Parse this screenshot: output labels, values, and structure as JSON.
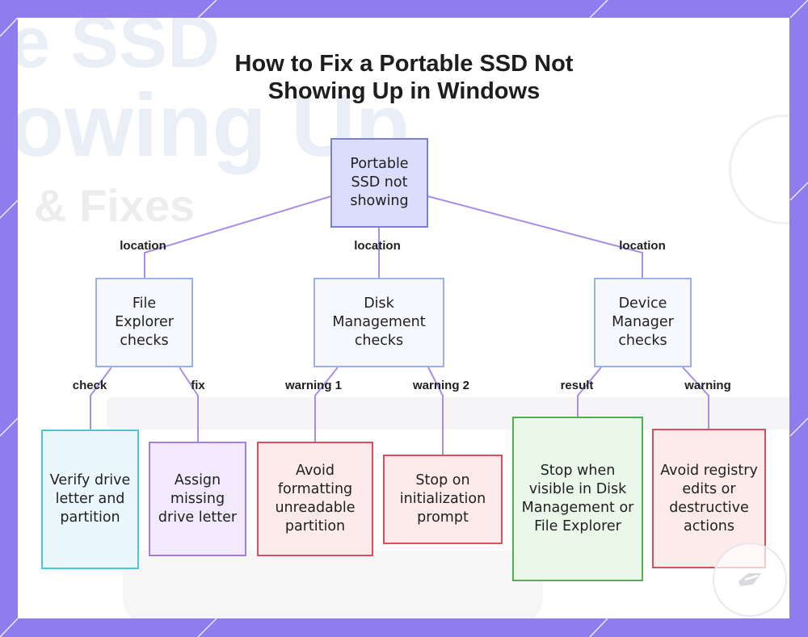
{
  "title": {
    "line1": "How to Fix a Portable SSD Not",
    "line2": "Showing Up in Windows"
  },
  "nodes": {
    "root": "Portable SSD not showing",
    "file_explorer": "File Explorer checks",
    "disk_management": "Disk Management checks",
    "device_manager": "Device Manager checks",
    "verify_drive": "Verify drive letter and partition",
    "assign_letter": "Assign missing drive letter",
    "avoid_formatting": "Avoid formatting unreadable partition",
    "stop_init": "Stop on initialization prompt",
    "stop_visible": "Stop when visible in Disk Management or File Explorer",
    "avoid_registry": "Avoid registry edits or destructive actions"
  },
  "edges": {
    "root_file_explorer": "location",
    "root_disk_management": "location",
    "root_device_manager": "location",
    "fe_verify": "check",
    "fe_assign": "fix",
    "dm_avoid_formatting": "warning 1",
    "dm_stop_init": "warning 2",
    "dev_stop_visible": "result",
    "dev_avoid_registry": "warning"
  },
  "colors": {
    "frame": "#8f7df0",
    "connector": "#a98de6",
    "root_fill": "#dcdcfb",
    "mid_fill": "#f6f8fd",
    "cyan_border": "#4cc5d6",
    "purple_border": "#a37ee0",
    "red_border": "#d8505e",
    "green_border": "#4fb04f"
  },
  "icons": {
    "watermark": "brand-logo-icon"
  }
}
